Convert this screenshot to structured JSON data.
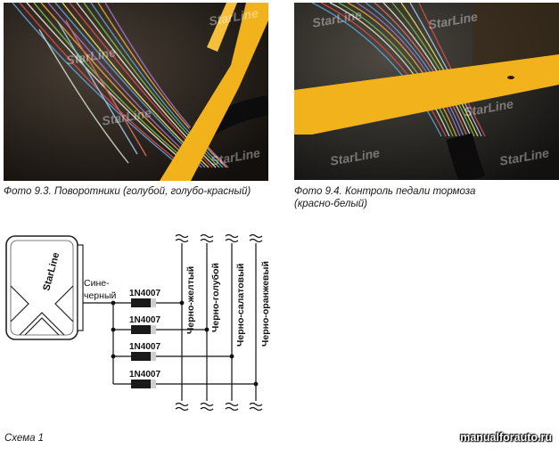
{
  "photo_left": {
    "caption": "Фото 9.3. Поворотники (голубой, голубо-красный)",
    "watermarks": [
      "StarLine",
      "StarLine",
      "StarLine",
      "StarLine"
    ]
  },
  "photo_right": {
    "caption_line1": "Фото 9.4. Контроль педали тормоза",
    "caption_line2": "(красно-белый)",
    "watermarks": [
      "StarLine",
      "StarLine",
      "StarLine",
      "StarLine",
      "StarLine"
    ]
  },
  "schema": {
    "device_brand": "StarLine",
    "input_label_line1": "Сине-",
    "input_label_line2": "черный",
    "diodes": [
      "1N4007",
      "1N4007",
      "1N4007",
      "1N4007"
    ],
    "wires": [
      "Черно-желтый",
      "Черно-голубой",
      "Черно-салатовый",
      "Черно-оранжевый"
    ],
    "caption": "Схема 1"
  },
  "site": "manualforauto.ru",
  "colors": {
    "connector": "#000000",
    "text": "#1a1a1a",
    "pry_tool": "#f2b21c"
  }
}
